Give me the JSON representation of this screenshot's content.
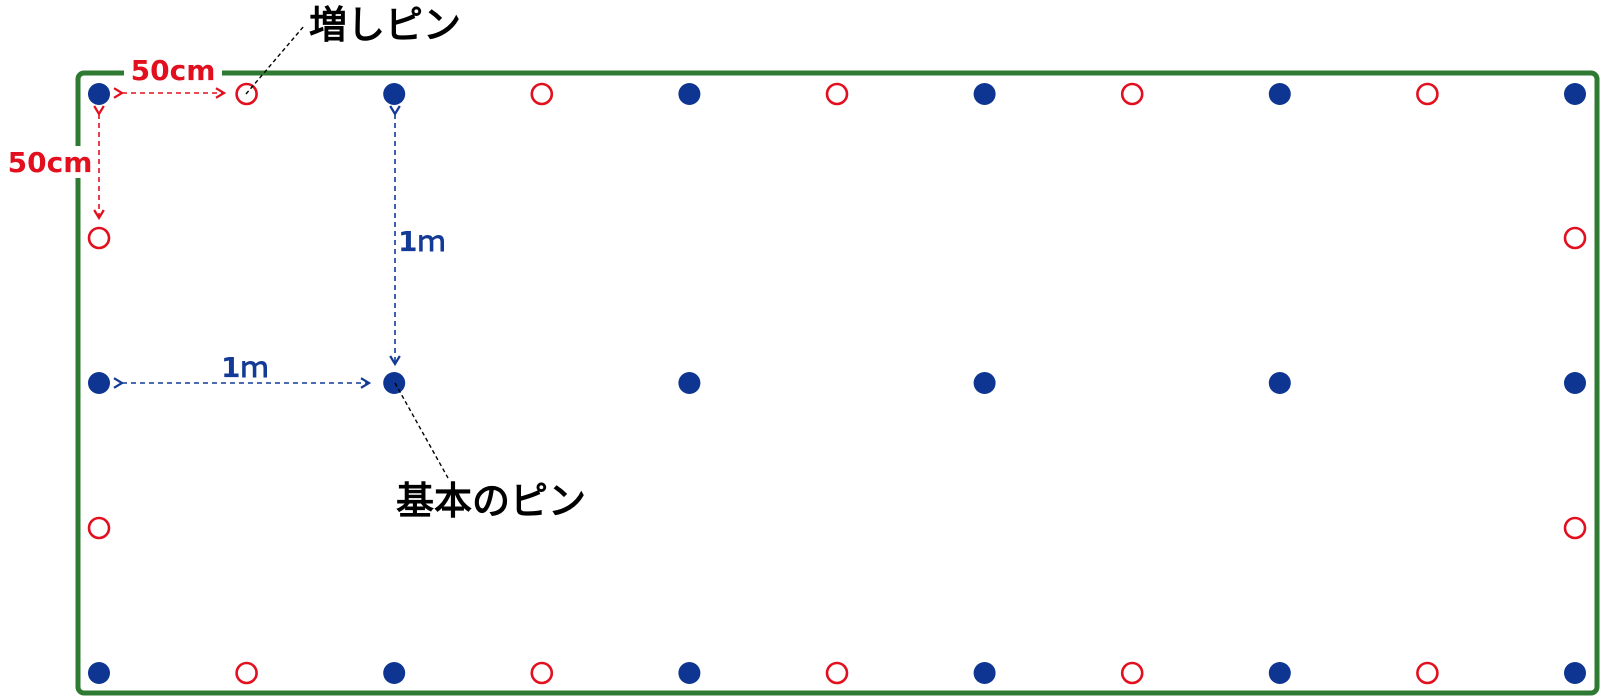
{
  "colors": {
    "frame": "#2e7a32",
    "base_pin": "#0d3591",
    "extra_pin": "#e2101f",
    "blue_text": "#123a96",
    "red_text": "#e2101f",
    "callout_text": "#000000"
  },
  "labels": {
    "extra_pin": "増しピン",
    "base_pin": "基本のピン",
    "spacing_50_horizontal": "50cm",
    "spacing_50_vertical": "50cm",
    "spacing_1m_vertical": "1ｍ",
    "spacing_1m_horizontal": "1ｍ"
  },
  "layout_legend": {
    "base_pin_marker": "filled-circle",
    "extra_pin_marker": "hollow-circle",
    "base_pin_spacing": "1ｍ",
    "extra_pin_spacing": "50cm"
  }
}
